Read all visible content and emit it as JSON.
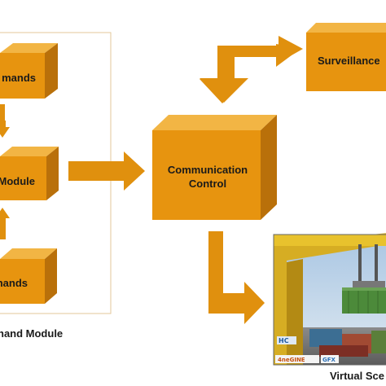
{
  "colors": {
    "box_front": "#e7940f",
    "box_top": "#f2b544",
    "box_side": "#b9700a",
    "arrow": "#e0900e",
    "frame": "#e3c79a"
  },
  "boxes": {
    "commands_top": "mands",
    "module": "Module",
    "commands_bottom": "nands",
    "communication_line1": "Communication",
    "communication_line2": "Control",
    "surveillance": "Surveillance"
  },
  "captions": {
    "command_module": "nand Module",
    "virtual_scene": "Virtual Sce"
  },
  "scene": {
    "logo_left": "4neGINE",
    "logo_right": "GFX",
    "logo_small": "HC"
  }
}
